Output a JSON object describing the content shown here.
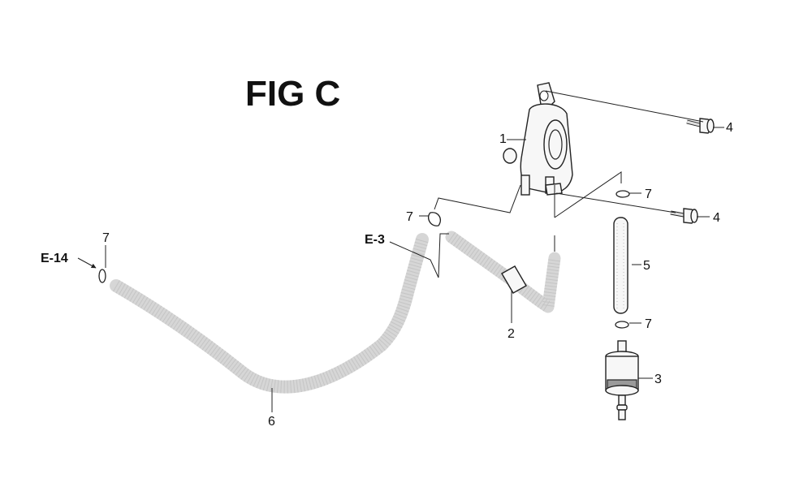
{
  "title": "FIG C",
  "references": {
    "e14": "E-14",
    "e3": "E-3"
  },
  "callouts": {
    "c1": "1",
    "c2": "2",
    "c3": "3",
    "c4a": "4",
    "c4b": "4",
    "c5": "5",
    "c6": "6",
    "c7a": "7",
    "c7b": "7",
    "c7c": "7",
    "c7d": "7"
  },
  "colors": {
    "line": "#222222",
    "hose_fill": "#d6d6d6",
    "hose_shade": "#9a9a9a"
  }
}
